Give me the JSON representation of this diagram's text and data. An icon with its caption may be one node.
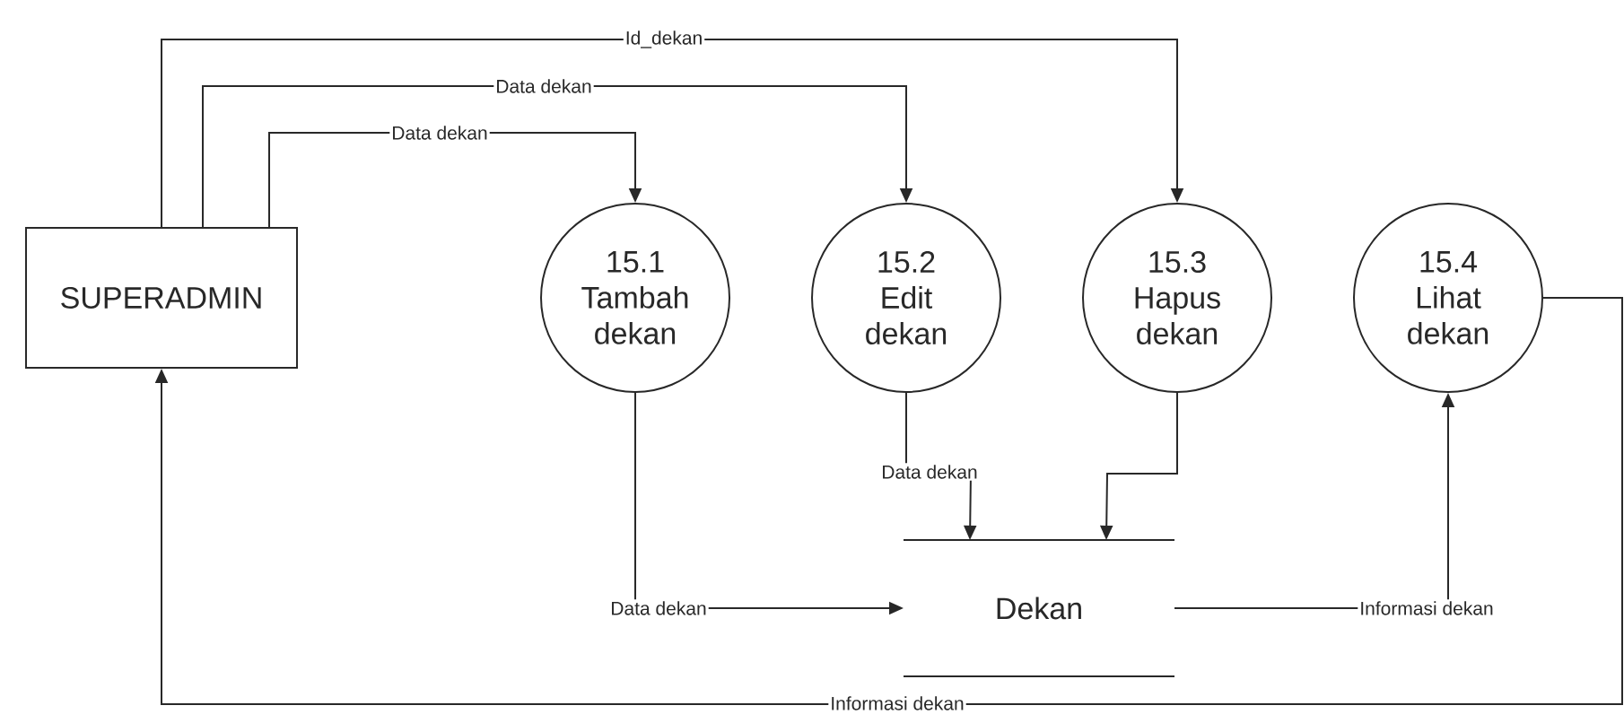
{
  "diagram": {
    "nodes": [
      {
        "text": [
          "SUPERADMIN"
        ]
      },
      {
        "text": [
          "15.1",
          "Tambah dekan"
        ]
      },
      {
        "text": [
          "15.2",
          "Edit dekan"
        ]
      },
      {
        "text": [
          "15.3",
          "Hapus dekan"
        ]
      },
      {
        "text": [
          "15.4",
          "Lihat dekan"
        ]
      },
      {
        "text": [
          "Dekan"
        ]
      }
    ],
    "edges": [
      {
        "from": 0,
        "to": 1,
        "arrow": "to",
        "label": "Data dekan"
      },
      {
        "from": 0,
        "to": 2,
        "arrow": "to",
        "label": "Data dekan"
      },
      {
        "from": 0,
        "to": 3,
        "arrow": "to",
        "label": "Id_dekan"
      },
      {
        "from": 1,
        "to": 5,
        "arrow": "to",
        "label": "Data dekan"
      },
      {
        "from": 2,
        "to": 5,
        "arrow": "to",
        "label": "Data dekan"
      },
      {
        "from": 3,
        "to": 5,
        "arrow": "to"
      },
      {
        "from": 5,
        "to": 4,
        "arrow": "to",
        "label": "Informasi dekan"
      },
      {
        "from": 4,
        "to": 0,
        "arrow": "to",
        "label": "Informasi dekan"
      }
    ]
  }
}
